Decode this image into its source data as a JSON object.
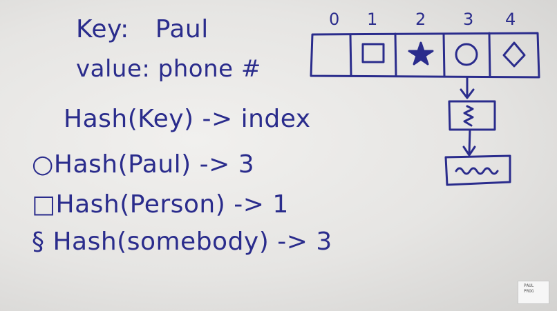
{
  "board": {
    "key_line": "Key:",
    "key_value": "Paul",
    "value_line": "value:",
    "value_value": "phone #",
    "formula": "Hash(Key) -> index",
    "examples": [
      {
        "symbol": "○",
        "text": "Hash(Paul) -> 3"
      },
      {
        "symbol": "□",
        "text": "Hash(Person) -> 1"
      },
      {
        "symbol": "§",
        "text": "Hash(somebody) -> 3"
      }
    ]
  },
  "array": {
    "indices": [
      "0",
      "1",
      "2",
      "3",
      "4"
    ],
    "cells": [
      "empty",
      "square-icon",
      "star-icon",
      "circle-icon",
      "diamond-icon"
    ]
  },
  "chain": {
    "node1": "squiggle-icon",
    "node2": "wavy-line-icon"
  },
  "logo_lines": [
    "PAUL",
    "PROG"
  ],
  "colors": {
    "ink": "#2a2c8c",
    "board": "#e8e7e5"
  }
}
